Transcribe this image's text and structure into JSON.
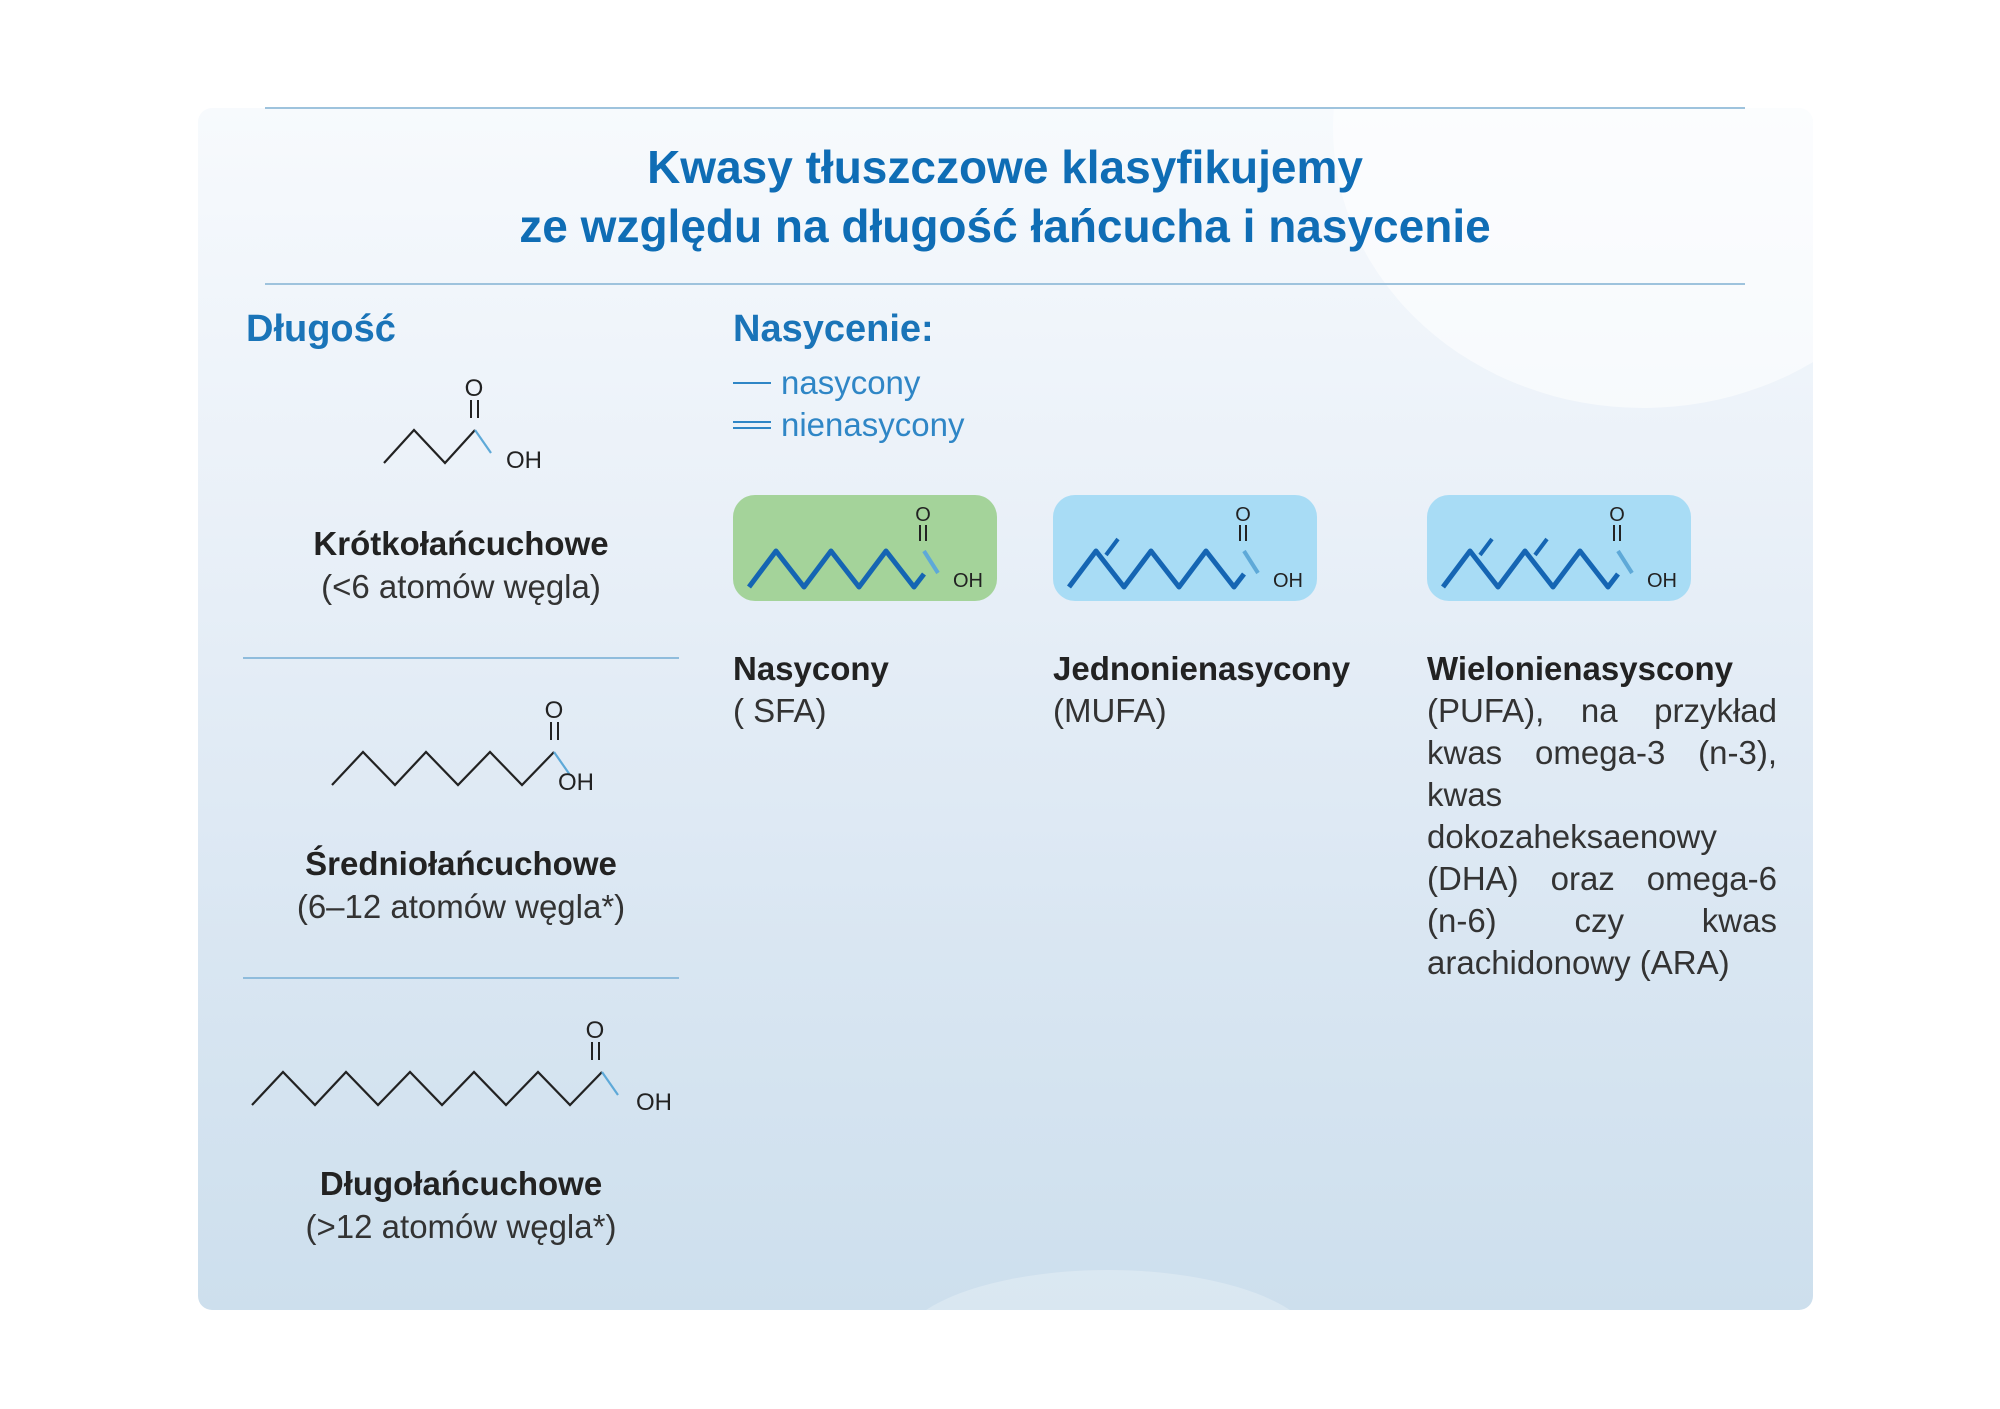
{
  "title": {
    "line1": "Kwasy tłuszczowe klasyfikujemy",
    "line2": "ze względu na długość łańcucha i nasycenie"
  },
  "length": {
    "heading": "Długość",
    "categories": [
      {
        "name": "Krótkołańcuchowe",
        "desc": "(<6 atomów węgla)"
      },
      {
        "name": "Średniołańcuchowe",
        "desc": "(6–12 atomów węgla*)"
      },
      {
        "name": "Długołańcuchowe",
        "desc": "(>12 atomów węgla*)"
      }
    ]
  },
  "saturation": {
    "heading": "Nasycenie:",
    "legend": [
      {
        "label": "nasycony"
      },
      {
        "label": "nienasycony"
      }
    ],
    "types": [
      {
        "name": "Nasycony",
        "desc": "( SFA)",
        "color": "#a4d39a"
      },
      {
        "name": "Jednonienasycony",
        "desc": "(MUFA)",
        "color": "#a8dcf5"
      },
      {
        "name": "Wielonienasyscony",
        "desc": "(PUFA), na przykład kwas omega-3 (n-3), kwas dokozaheksaenowy (DHA) oraz omega-6 (n-6) czy kwas arachidonowy (ARA)",
        "color": "#a8dcf5"
      }
    ]
  },
  "chem": {
    "oxygen": "O",
    "hydroxyl": "OH"
  },
  "colors": {
    "accent": "#0f6db5",
    "chain_blue": "#1565b3",
    "bond_light": "#5ea9d8"
  }
}
